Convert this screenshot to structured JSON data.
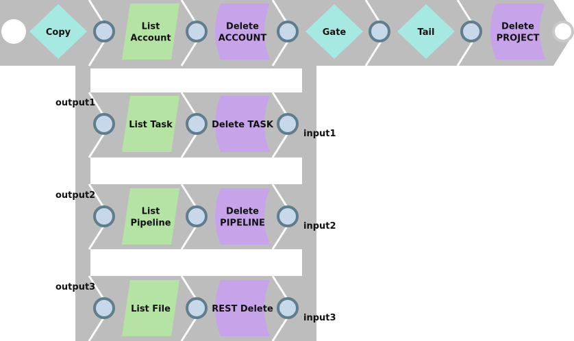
{
  "pipeline": {
    "main_row": [
      {
        "type": "copy",
        "shape": "diamond",
        "label": [
          "Copy"
        ]
      },
      {
        "type": "read",
        "shape": "parallelogram",
        "label": [
          "List",
          "Account"
        ]
      },
      {
        "type": "write",
        "shape": "tab",
        "label": [
          "Delete",
          "ACCOUNT"
        ]
      },
      {
        "type": "gate",
        "shape": "diamond",
        "label": [
          "Gate"
        ]
      },
      {
        "type": "tail",
        "shape": "diamond",
        "label": [
          "Tail"
        ]
      },
      {
        "type": "write",
        "shape": "tab",
        "label": [
          "Delete",
          "PROJECT"
        ]
      }
    ],
    "branches": [
      {
        "output_label": "output1",
        "input_label": "input1",
        "snaps": [
          {
            "type": "read",
            "shape": "parallelogram",
            "label": [
              "List Task"
            ]
          },
          {
            "type": "write",
            "shape": "tab",
            "label": [
              "Delete TASK"
            ]
          }
        ]
      },
      {
        "output_label": "output2",
        "input_label": "input2",
        "snaps": [
          {
            "type": "read",
            "shape": "parallelogram",
            "label": [
              "List",
              "Pipeline"
            ]
          },
          {
            "type": "write",
            "shape": "tab",
            "label": [
              "Delete",
              "PIPELINE"
            ]
          }
        ]
      },
      {
        "output_label": "output3",
        "input_label": "input3",
        "snaps": [
          {
            "type": "read",
            "shape": "parallelogram",
            "label": [
              "List File"
            ]
          },
          {
            "type": "write",
            "shape": "tab",
            "label": [
              "REST Delete"
            ]
          }
        ]
      }
    ]
  },
  "colors": {
    "track": "#bdbdbd",
    "track_divider": "#ffffff",
    "diamond_fill": "#a6e9e3",
    "read_fill": "#b5e3a3",
    "write_fill": "#c7a4ea",
    "port_fill": "#c7d8ea",
    "port_stroke": "#5f7d8c",
    "open_port_fill": "#ffffff"
  }
}
